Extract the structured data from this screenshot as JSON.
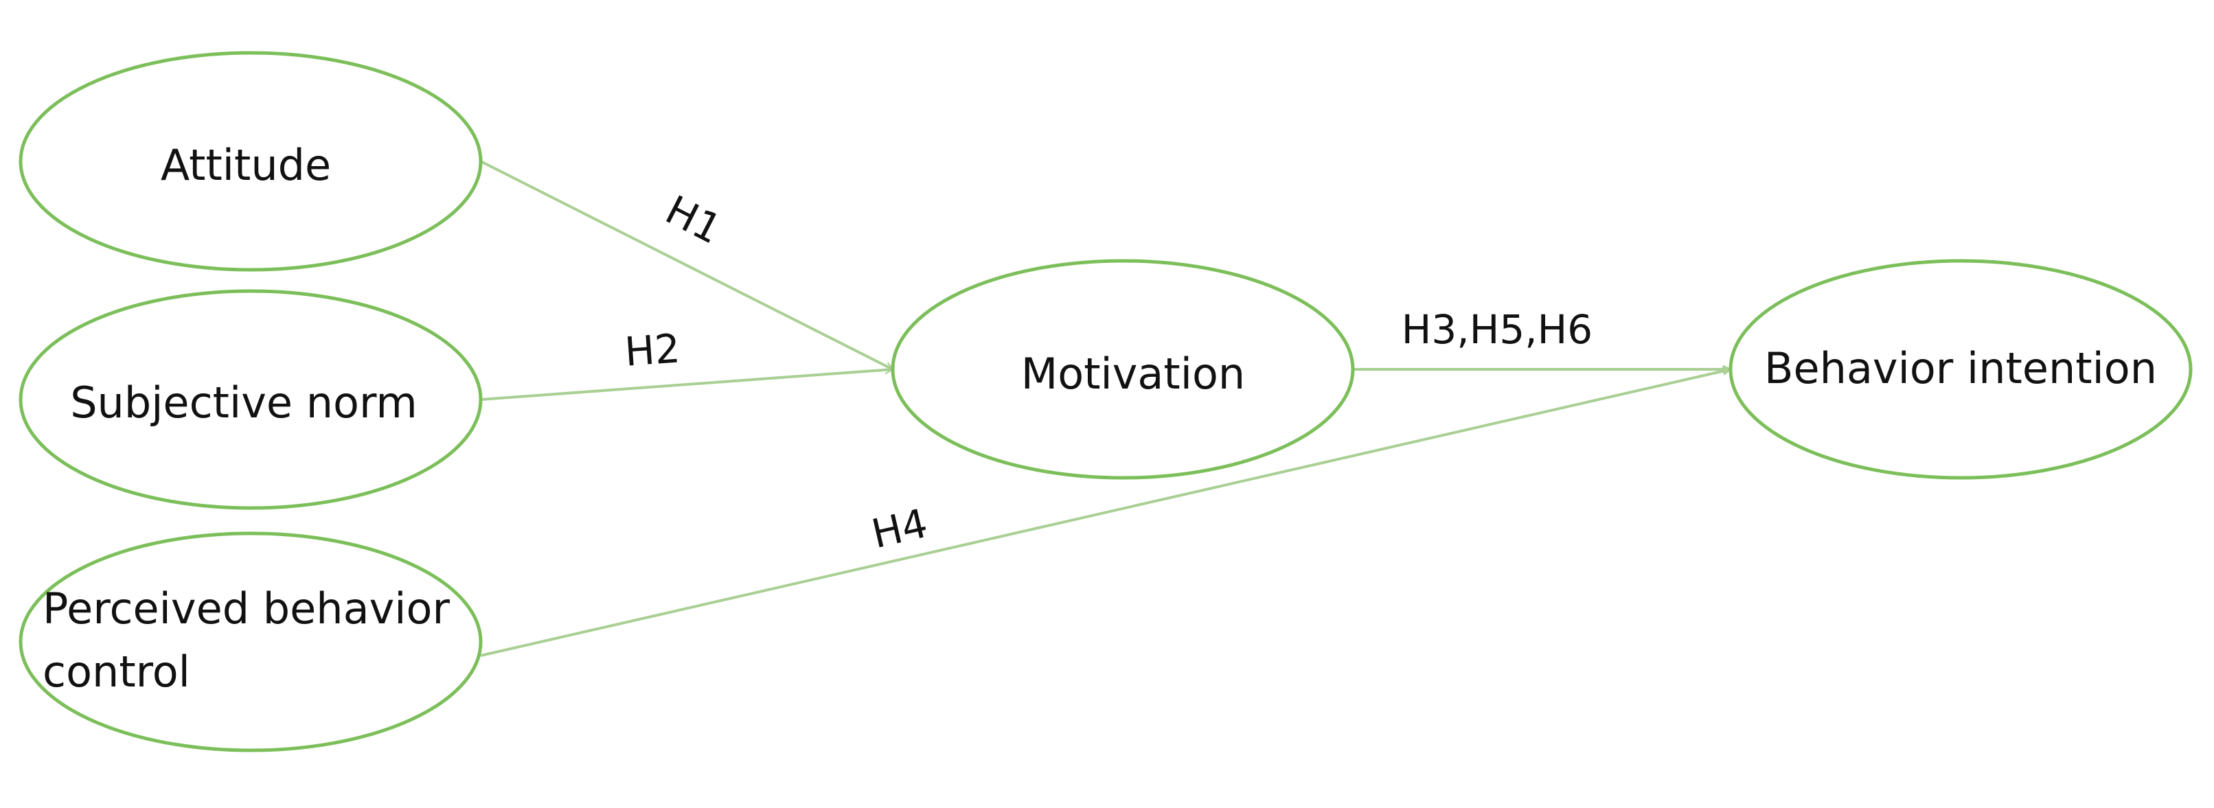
{
  "colors": {
    "node_border": "#7cbf5a",
    "edge": "#a9cf94",
    "text": "#111111"
  },
  "nodes": {
    "attitude": {
      "label": "Attitude"
    },
    "subjective_norm": {
      "label": "Subjective norm"
    },
    "perceived_behavior_control": {
      "line1": "Perceived behavior",
      "line2": "control"
    },
    "motivation": {
      "label": "Motivation"
    },
    "behavior_intention": {
      "label": "Behavior intention"
    }
  },
  "edges": {
    "h1": {
      "label": "H1",
      "from": "Attitude",
      "to": "Motivation"
    },
    "h2": {
      "label": "H2",
      "from": "Subjective norm",
      "to": "Motivation"
    },
    "h3_h5_h6": {
      "label": "H3,H5,H6",
      "from": "Motivation",
      "to": "Behavior intention"
    },
    "h4": {
      "label": "H4",
      "from": "Perceived behavior control",
      "to": "Behavior intention"
    }
  }
}
